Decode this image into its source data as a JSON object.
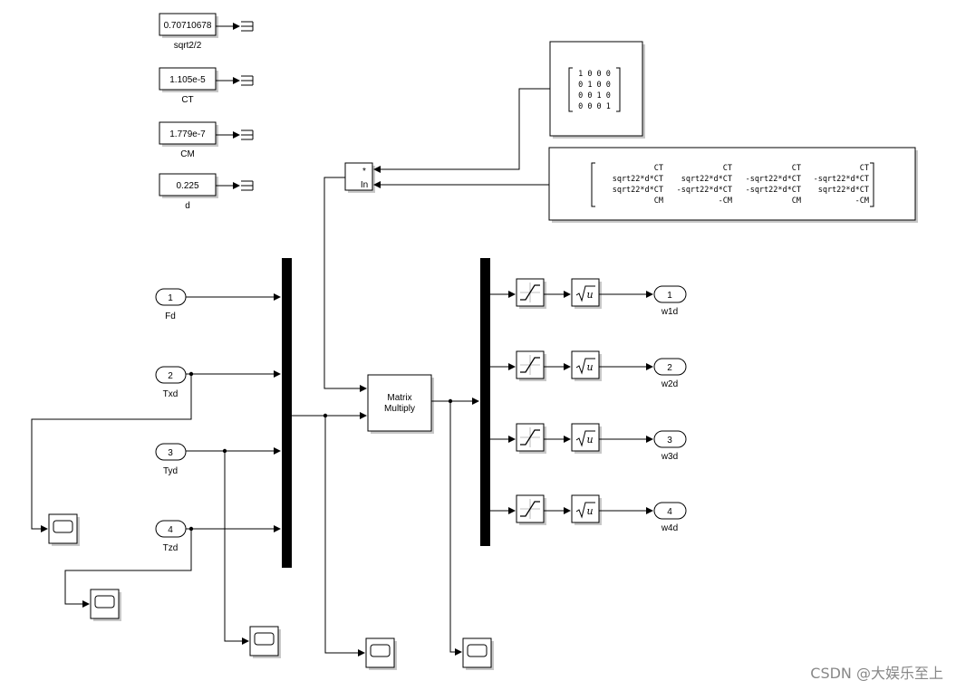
{
  "constants": [
    {
      "value": "0.70710678",
      "label": "sqrt2/2"
    },
    {
      "value": "1.105e-5",
      "label": "CT"
    },
    {
      "value": "1.779e-7",
      "label": "CM"
    },
    {
      "value": "0.225",
      "label": "d"
    }
  ],
  "inports": [
    {
      "num": "1",
      "label": "Fd"
    },
    {
      "num": "2",
      "label": "Txd"
    },
    {
      "num": "3",
      "label": "Tyd"
    },
    {
      "num": "4",
      "label": "Tzd"
    }
  ],
  "outports": [
    {
      "num": "1",
      "label": "w1d"
    },
    {
      "num": "2",
      "label": "w2d"
    },
    {
      "num": "3",
      "label": "w3d"
    },
    {
      "num": "4",
      "label": "w4d"
    }
  ],
  "product": {
    "mult": "*",
    "inv": "In"
  },
  "matmul": {
    "line1": "Matrix",
    "line2": "Multiply"
  },
  "sqrt_label": "u",
  "identity_matrix": [
    "1 0 0 0",
    "0 1 0 0",
    "0 0 1 0",
    "0 0 0 1"
  ],
  "mix_matrix": [
    [
      "CT",
      "CT",
      "CT",
      "CT"
    ],
    [
      "sqrt22*d*CT",
      "sqrt22*d*CT",
      "-sqrt22*d*CT",
      "-sqrt22*d*CT"
    ],
    [
      "sqrt22*d*CT",
      "-sqrt22*d*CT",
      "-sqrt22*d*CT",
      "sqrt22*d*CT"
    ],
    [
      "CM",
      "-CM",
      "CM",
      "-CM"
    ]
  ],
  "watermark": "CSDN @大娱乐至上"
}
